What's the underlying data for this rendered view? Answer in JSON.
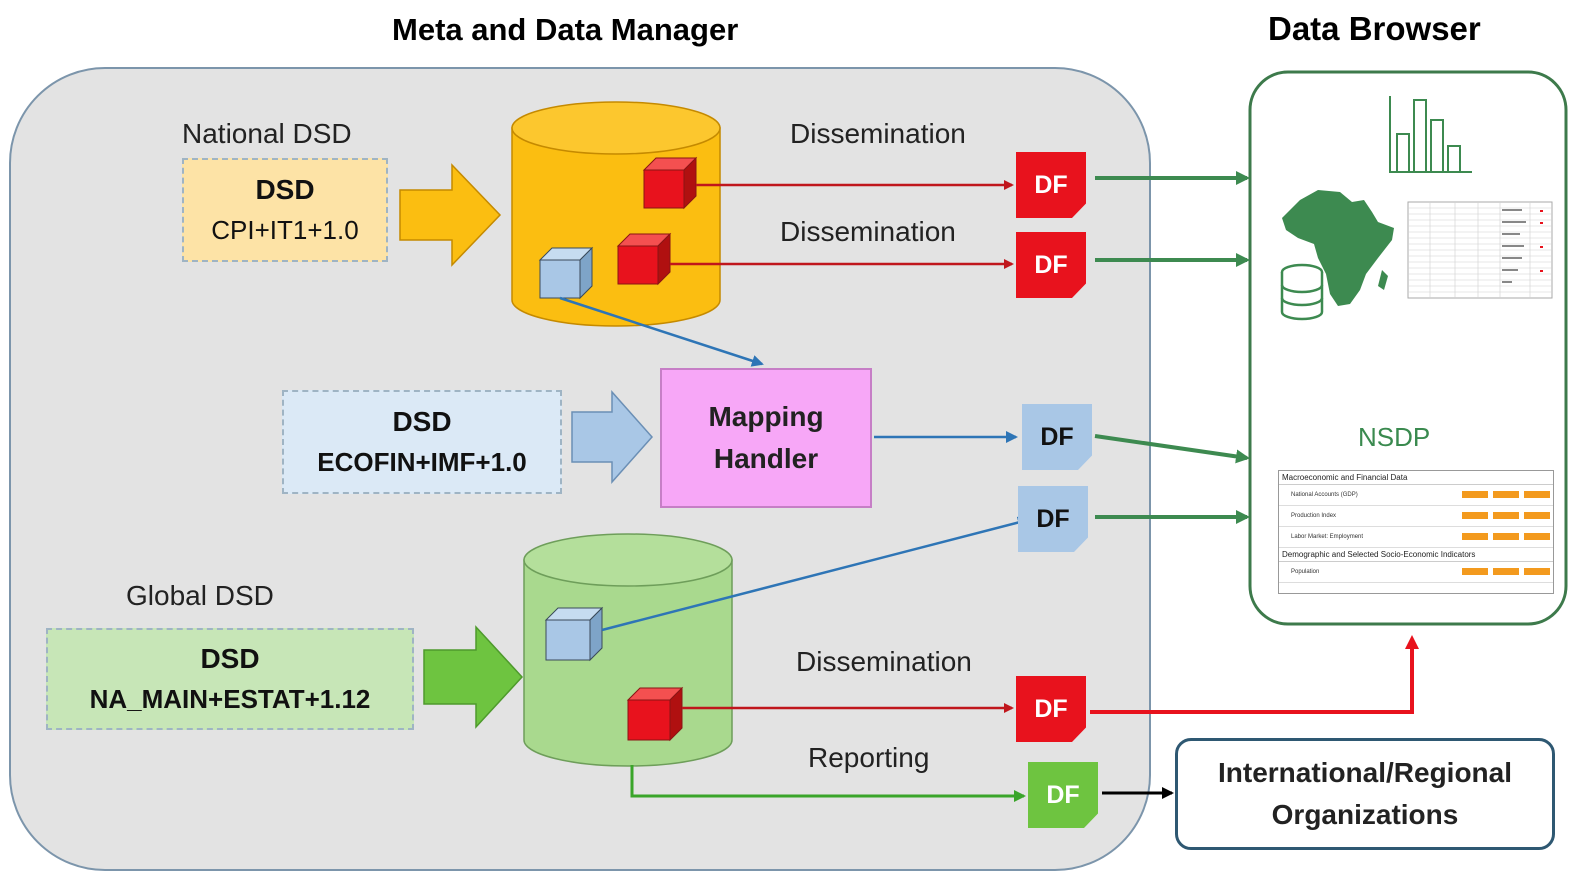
{
  "titles": {
    "meta_data_manager": "Meta and Data Manager",
    "data_browser": "Data Browser"
  },
  "national": {
    "label": "National DSD",
    "dsd": "DSD",
    "id": "CPI+IT1+1.0"
  },
  "imf": {
    "dsd": "DSD",
    "id": "ECOFIN+IMF+1.0"
  },
  "global": {
    "label": "Global DSD",
    "dsd": "DSD",
    "id": "NA_MAIN+ESTAT+1.12"
  },
  "mapping_handler": {
    "line1": "Mapping",
    "line2": "Handler"
  },
  "flows": {
    "dissemination_1": "Dissemination",
    "dissemination_2": "Dissemination",
    "dissemination_3": "Dissemination",
    "reporting": "Reporting"
  },
  "dataflow_label": "DF",
  "nsdp": {
    "title": "NSDP",
    "section_1": "Macroeconomic and Financial Data",
    "rows_1": [
      "National Accounts (GDP)",
      "Production Index",
      "Labor Market: Employment"
    ],
    "section_2": "Demographic and Selected Socio-Economic Indicators",
    "rows_2": [
      "Population"
    ]
  },
  "international": {
    "line1": "International/Regional",
    "line2": "Organizations"
  },
  "colors": {
    "df_red": "#e8121d",
    "df_blue": "#a9c7e6",
    "df_green": "#6ec440",
    "national_db": "#fbbe11",
    "global_db": "#a9d98e",
    "arrow_green": "#3d8a50",
    "arrow_red": "#e8121d",
    "arrow_blue": "#2e75b6",
    "mapping_fill": "#f7a7f7"
  }
}
